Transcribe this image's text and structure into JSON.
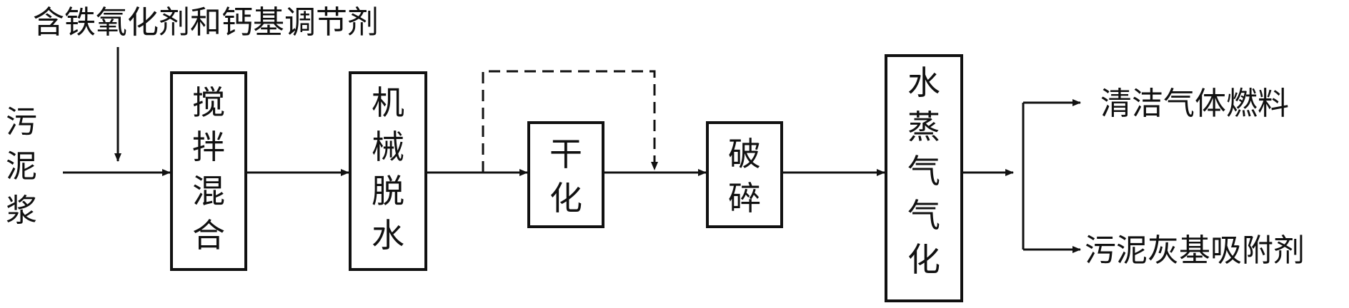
{
  "input_label": "含铁氧化剂和钙基调节剂",
  "feed_label": [
    "污",
    "泥",
    "浆"
  ],
  "steps": {
    "mixing": [
      "搅",
      "拌",
      "混",
      "合"
    ],
    "dewatering": [
      "机",
      "械",
      "脱",
      "水"
    ],
    "drying": [
      "干",
      "化"
    ],
    "crushing": [
      "破",
      "碎"
    ],
    "gasification": [
      "水",
      "蒸",
      "气",
      "气",
      "化"
    ]
  },
  "outputs": {
    "fuel": "清洁气体燃料",
    "adsorbent": "污泥灰基吸附剂"
  }
}
